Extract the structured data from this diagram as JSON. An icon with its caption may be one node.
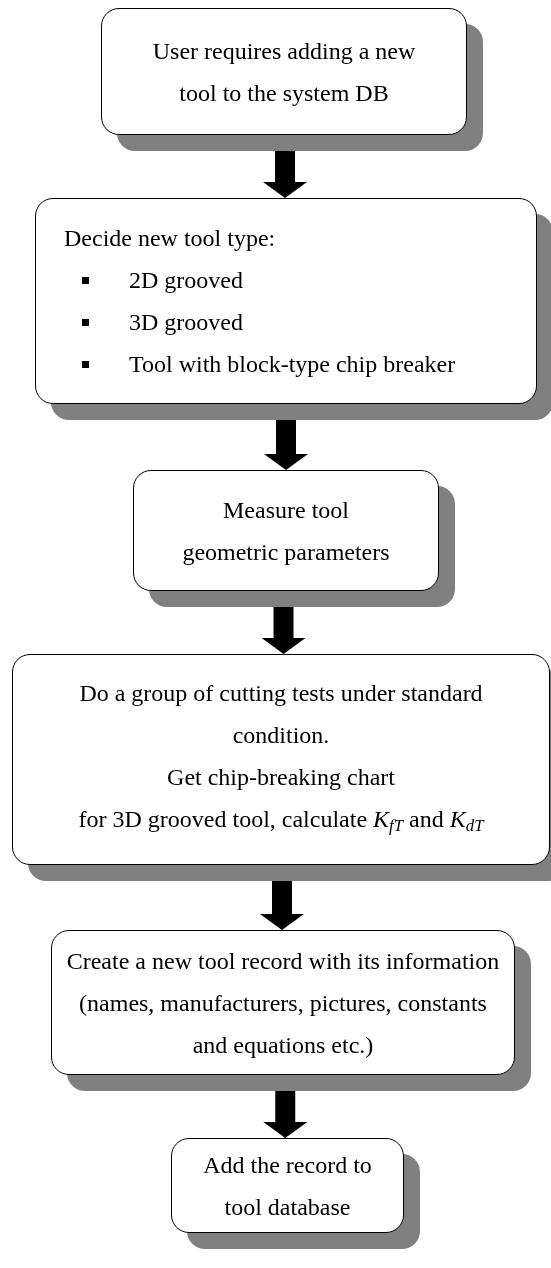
{
  "diagram": {
    "nodes": [
      {
        "text": [
          "User requires adding a new tool to the system DB"
        ]
      },
      {
        "text": [
          "Decide new tool type:",
          "2D grooved",
          "3D grooved",
          "Tool with block-type chip breaker"
        ]
      },
      {
        "text": [
          "Measure tool geometric parameters"
        ]
      },
      {
        "text": [
          "Do a group of cutting tests under standard condition.",
          "Get chip-breaking chart",
          "for 3D grooved tool, calculate *K*$_{fT}$ and *K*$_{dT}$"
        ]
      },
      {
        "text": [
          "Create a new tool record with its information (names, manufacturers, pictures, constants and equations etc.)"
        ]
      },
      {
        "text": [
          "Add the record to tool database"
        ]
      }
    ],
    "edges": [
      {
        "from": 0,
        "to": 1,
        "arrow": "to"
      },
      {
        "from": 1,
        "to": 2,
        "arrow": "to"
      },
      {
        "from": 2,
        "to": 3,
        "arrow": "to"
      },
      {
        "from": 3,
        "to": 4,
        "arrow": "to"
      },
      {
        "from": 4,
        "to": 5,
        "arrow": "to"
      }
    ]
  }
}
